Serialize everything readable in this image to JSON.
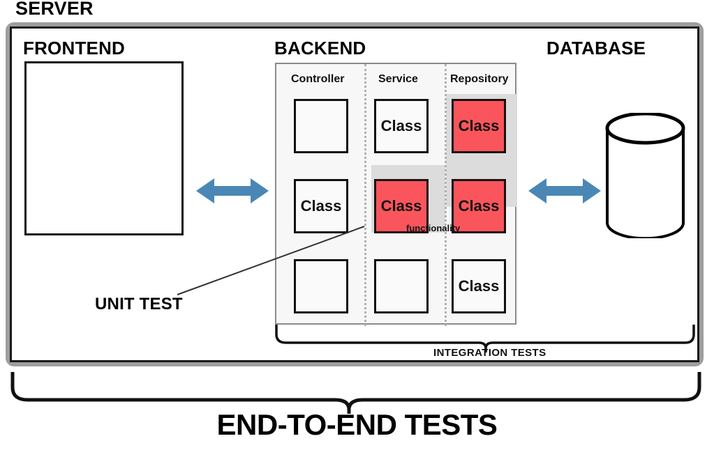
{
  "diagram": {
    "title": "SERVER",
    "sections": {
      "frontend": {
        "title": "FRONTEND"
      },
      "backend": {
        "title": "BACKEND"
      },
      "database": {
        "title": "DATABASE"
      }
    },
    "backend": {
      "columns": [
        {
          "header": "Controller"
        },
        {
          "header": "Service"
        },
        {
          "header": "Repository"
        }
      ],
      "grid": [
        [
          {
            "label": "",
            "highlighted": false
          },
          {
            "label": "Class",
            "highlighted": false
          },
          {
            "label": "Class",
            "highlighted": true
          }
        ],
        [
          {
            "label": "Class",
            "highlighted": false
          },
          {
            "label": "Class",
            "highlighted": true
          },
          {
            "label": "Class",
            "highlighted": true
          }
        ],
        [
          {
            "label": "",
            "highlighted": false
          },
          {
            "label": "",
            "highlighted": false
          },
          {
            "label": "Class",
            "highlighted": false
          }
        ]
      ],
      "functionality_label": "functionality"
    },
    "annotations": {
      "unit_test": "UNIT TEST",
      "integration_tests": "INTEGRATION TESTS",
      "end_to_end_tests": "END-TO-END TESTS"
    },
    "colors": {
      "highlight_red": "#fa555c",
      "arrow_blue": "#4a87b5",
      "frame_gray": "#9e9e9e",
      "band_gray": "#dcdcdc",
      "panel_bg": "#f7f7f7"
    }
  }
}
